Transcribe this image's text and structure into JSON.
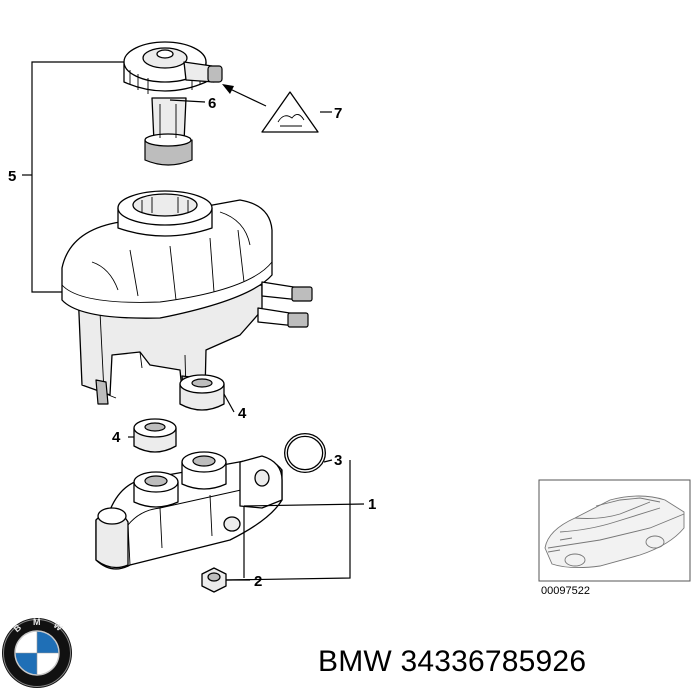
{
  "diagram": {
    "callouts": {
      "c1": "1",
      "c2": "2",
      "c3": "3",
      "c4a": "4",
      "c4b": "4",
      "c5": "5",
      "c6": "6",
      "c7": "7"
    },
    "thumbnail_ref": "00097522"
  },
  "caption": {
    "brand": "BMW",
    "part_number": "34336785926"
  },
  "logo": {
    "text": "BMW",
    "colors": {
      "blue": "#1f6fb6",
      "ring": "#111111",
      "white": "#ffffff"
    }
  }
}
